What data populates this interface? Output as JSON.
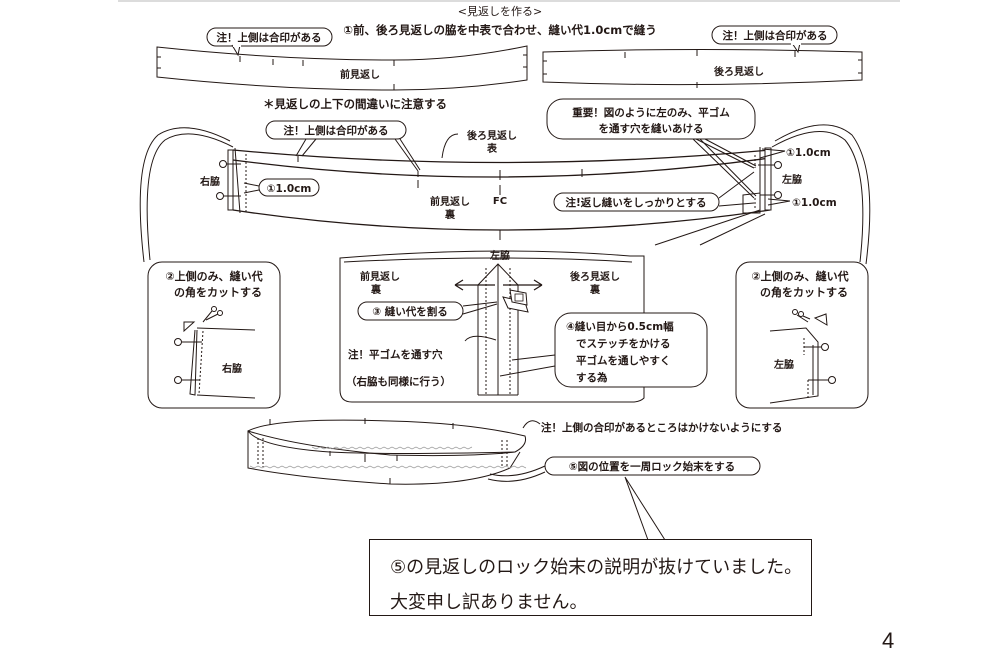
{
  "page": {
    "section_title": "<見返しを作る>",
    "page_number": "4"
  },
  "step1": {
    "instruction": "①前、後ろ見返しの脇を中表で合わせ、縫い代1.0cmで縫う",
    "front_piece_label": "前見返し",
    "back_piece_label": "後ろ見返し",
    "front_note": "注！上側は合印がある",
    "back_note": "注！上側は合印がある",
    "caution": "＊見返しの上下の間違いに注意する"
  },
  "assembled": {
    "top_note": "注！上側は合印がある",
    "back_label": "後ろ見返し",
    "back_side": "表",
    "front_label": "前見返し",
    "front_side": "裏",
    "center_label": "FC",
    "right_side_label": "右脇",
    "left_side_label": "左脇",
    "seam_allowance_right": "①1.0cm",
    "seam_allowance_left_top": "①1.0cm",
    "seam_allowance_left_bottom": "①1.0cm",
    "important_note_line1": "重要！図のように左のみ、平ゴム",
    "important_note_line2": "を通す穴を縫いあける",
    "backstitch_note": "注!返し縫いをしっかりとする"
  },
  "step2": {
    "line1": "②上側のみ、縫い代",
    "line2": "の角をカットする",
    "right_label": "右脇",
    "left_label": "左脇"
  },
  "detail": {
    "side_label": "左脇",
    "front_label": "前見返し",
    "front_side": "裏",
    "back_label": "後ろ見返し",
    "back_side": "裏",
    "step3": "③ 縫い代を割る",
    "elastic_hole": "注！平ゴムを通す穴",
    "same_right": "（右脇も同様に行う）",
    "step4_line1": "④縫い目から0.5cm幅",
    "step4_line2": "でステッチをかける",
    "step4_line3": "平ゴムを通しやすく",
    "step4_line4": "する為"
  },
  "step5": {
    "no_stitch_note": "注！上側の合印があるところはかけないようにする",
    "serge_note": "⑤図の位置を一周ロック始末をする"
  },
  "correction": {
    "line1": "⑤の見返しのロック始末の説明が抜けていました。",
    "line2": "大変申し訳ありません。"
  },
  "colors": {
    "ink": "#231815",
    "top_bar": "#dcdcdc",
    "overlock": "#9a9a9a"
  }
}
